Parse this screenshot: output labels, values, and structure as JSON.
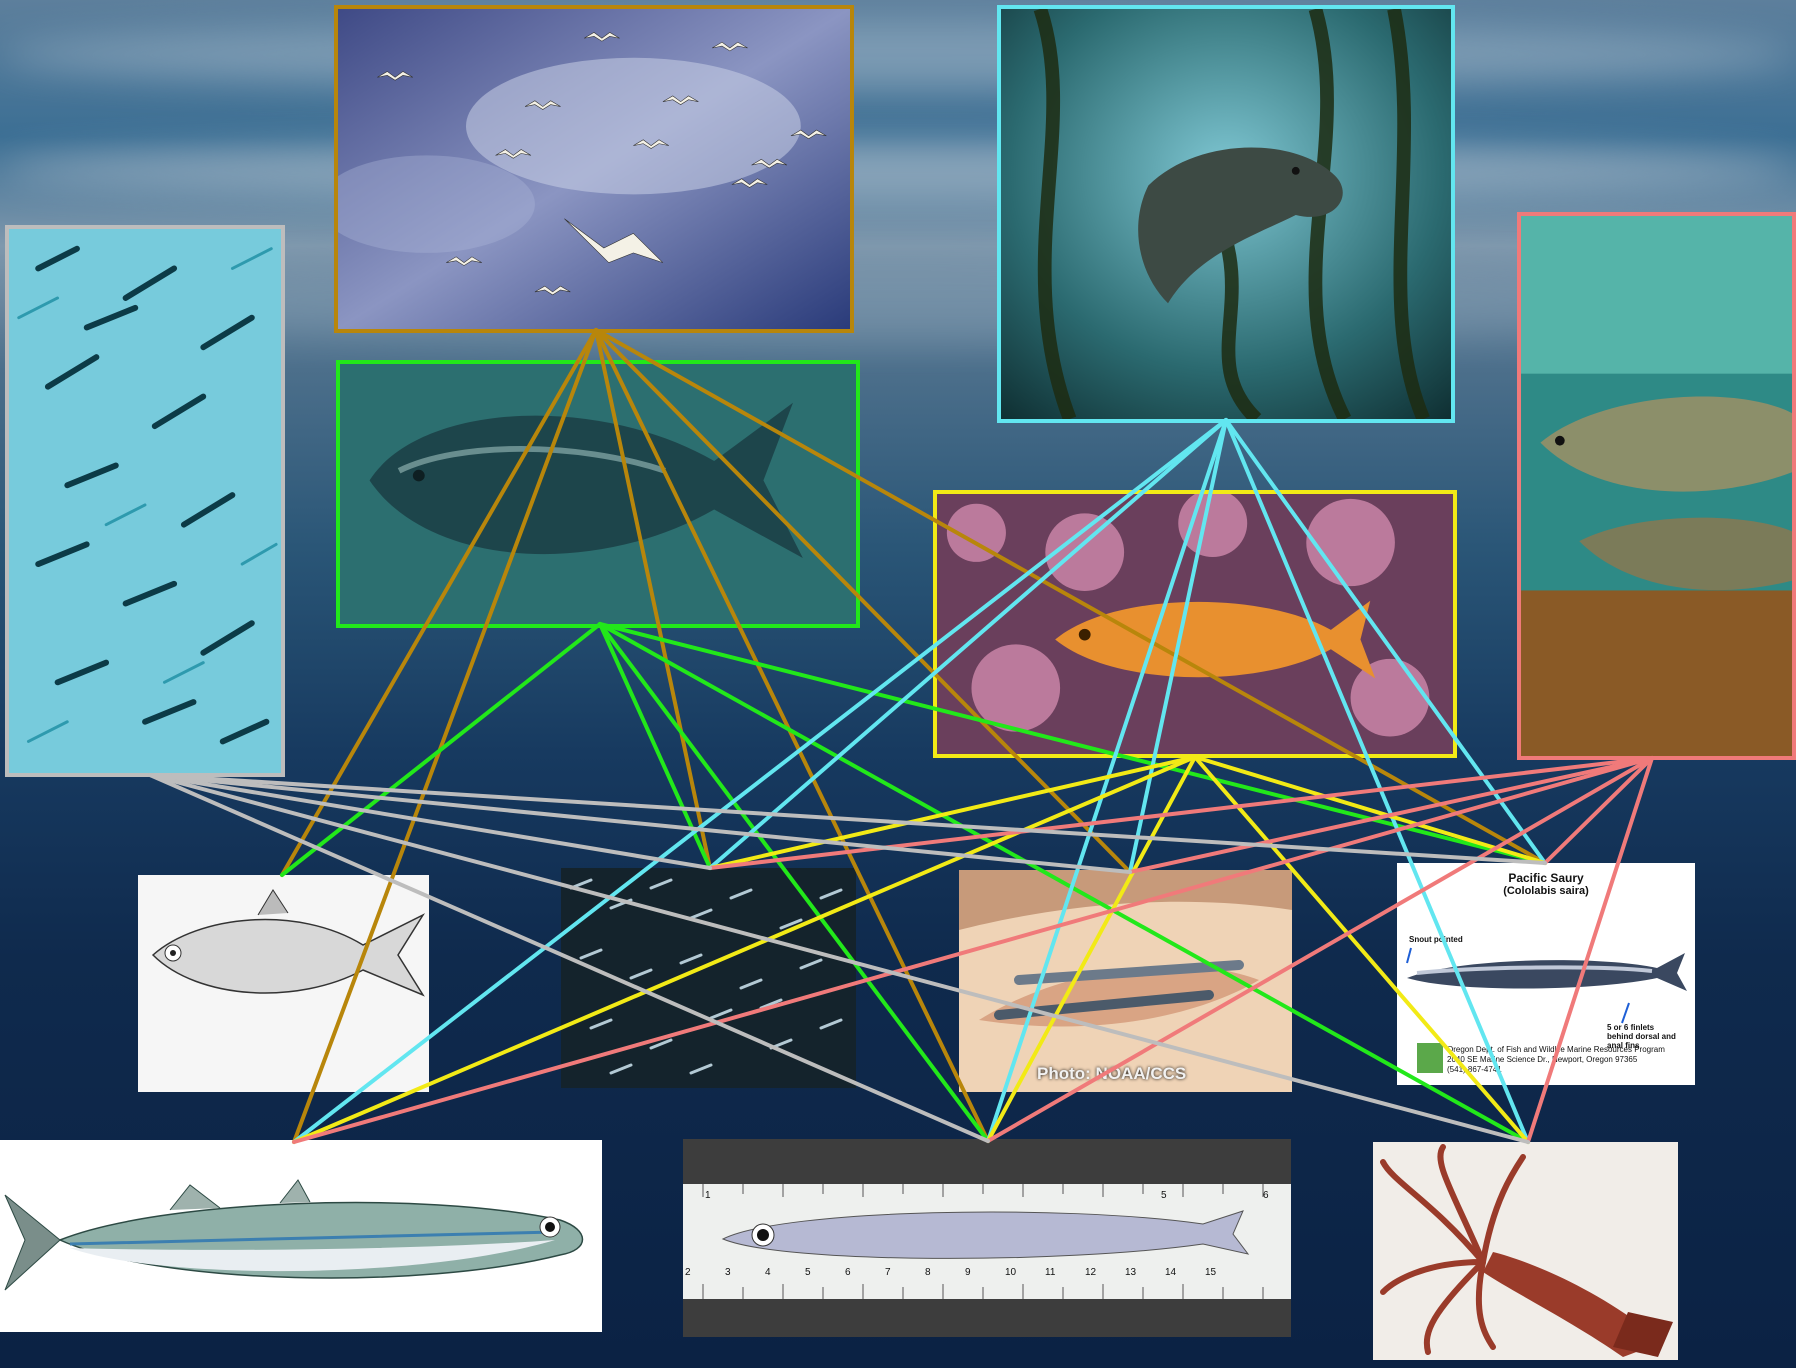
{
  "panels": {
    "saury": {
      "title": "Pacific Saury",
      "subtitle": "(Cololabis saira)",
      "snout_note": "Snout pointed",
      "finlet_note": "5 or 6 finlets behind dorsal and anal fins",
      "agency": "Oregon Dept. of Fish and Wildlife  Marine Resources Program",
      "address": "2040 SE Marine Science Dr., Newport, Oregon 97365",
      "phone": "(541) 867-4741"
    },
    "grunion": {
      "credit": "Photo: NOAA/CCS"
    },
    "ruler": {
      "top_marks": [
        "1",
        "5",
        "6"
      ],
      "bottom_marks": [
        "2",
        "3",
        "4",
        "5",
        "6",
        "7",
        "8",
        "9",
        "10",
        "11",
        "12",
        "13",
        "14",
        "15"
      ]
    }
  },
  "colors": {
    "seabird": "#b8860b",
    "tuna": "#22e81a",
    "sea_lion": "#62e6f0",
    "rockfish": "#f2ea16",
    "salmon": "#f07a7a",
    "forage_school": "#bdbdbd"
  },
  "links": [
    {
      "from": "seabird",
      "to": [
        "herring",
        "school",
        "grunion",
        "saury",
        "smelt",
        "anchovy"
      ]
    },
    {
      "from": "tuna",
      "to": [
        "herring",
        "school",
        "saury",
        "anchovy",
        "squid"
      ]
    },
    {
      "from": "sea_lion",
      "to": [
        "school",
        "grunion",
        "saury",
        "smelt",
        "anchovy",
        "squid"
      ]
    },
    {
      "from": "rockfish",
      "to": [
        "school",
        "saury",
        "smelt",
        "anchovy",
        "squid"
      ]
    },
    {
      "from": "salmon",
      "to": [
        "school",
        "grunion",
        "saury",
        "smelt",
        "anchovy",
        "squid"
      ]
    },
    {
      "from": "forage_school",
      "to": [
        "school",
        "grunion",
        "saury",
        "anchovy",
        "squid"
      ]
    }
  ]
}
